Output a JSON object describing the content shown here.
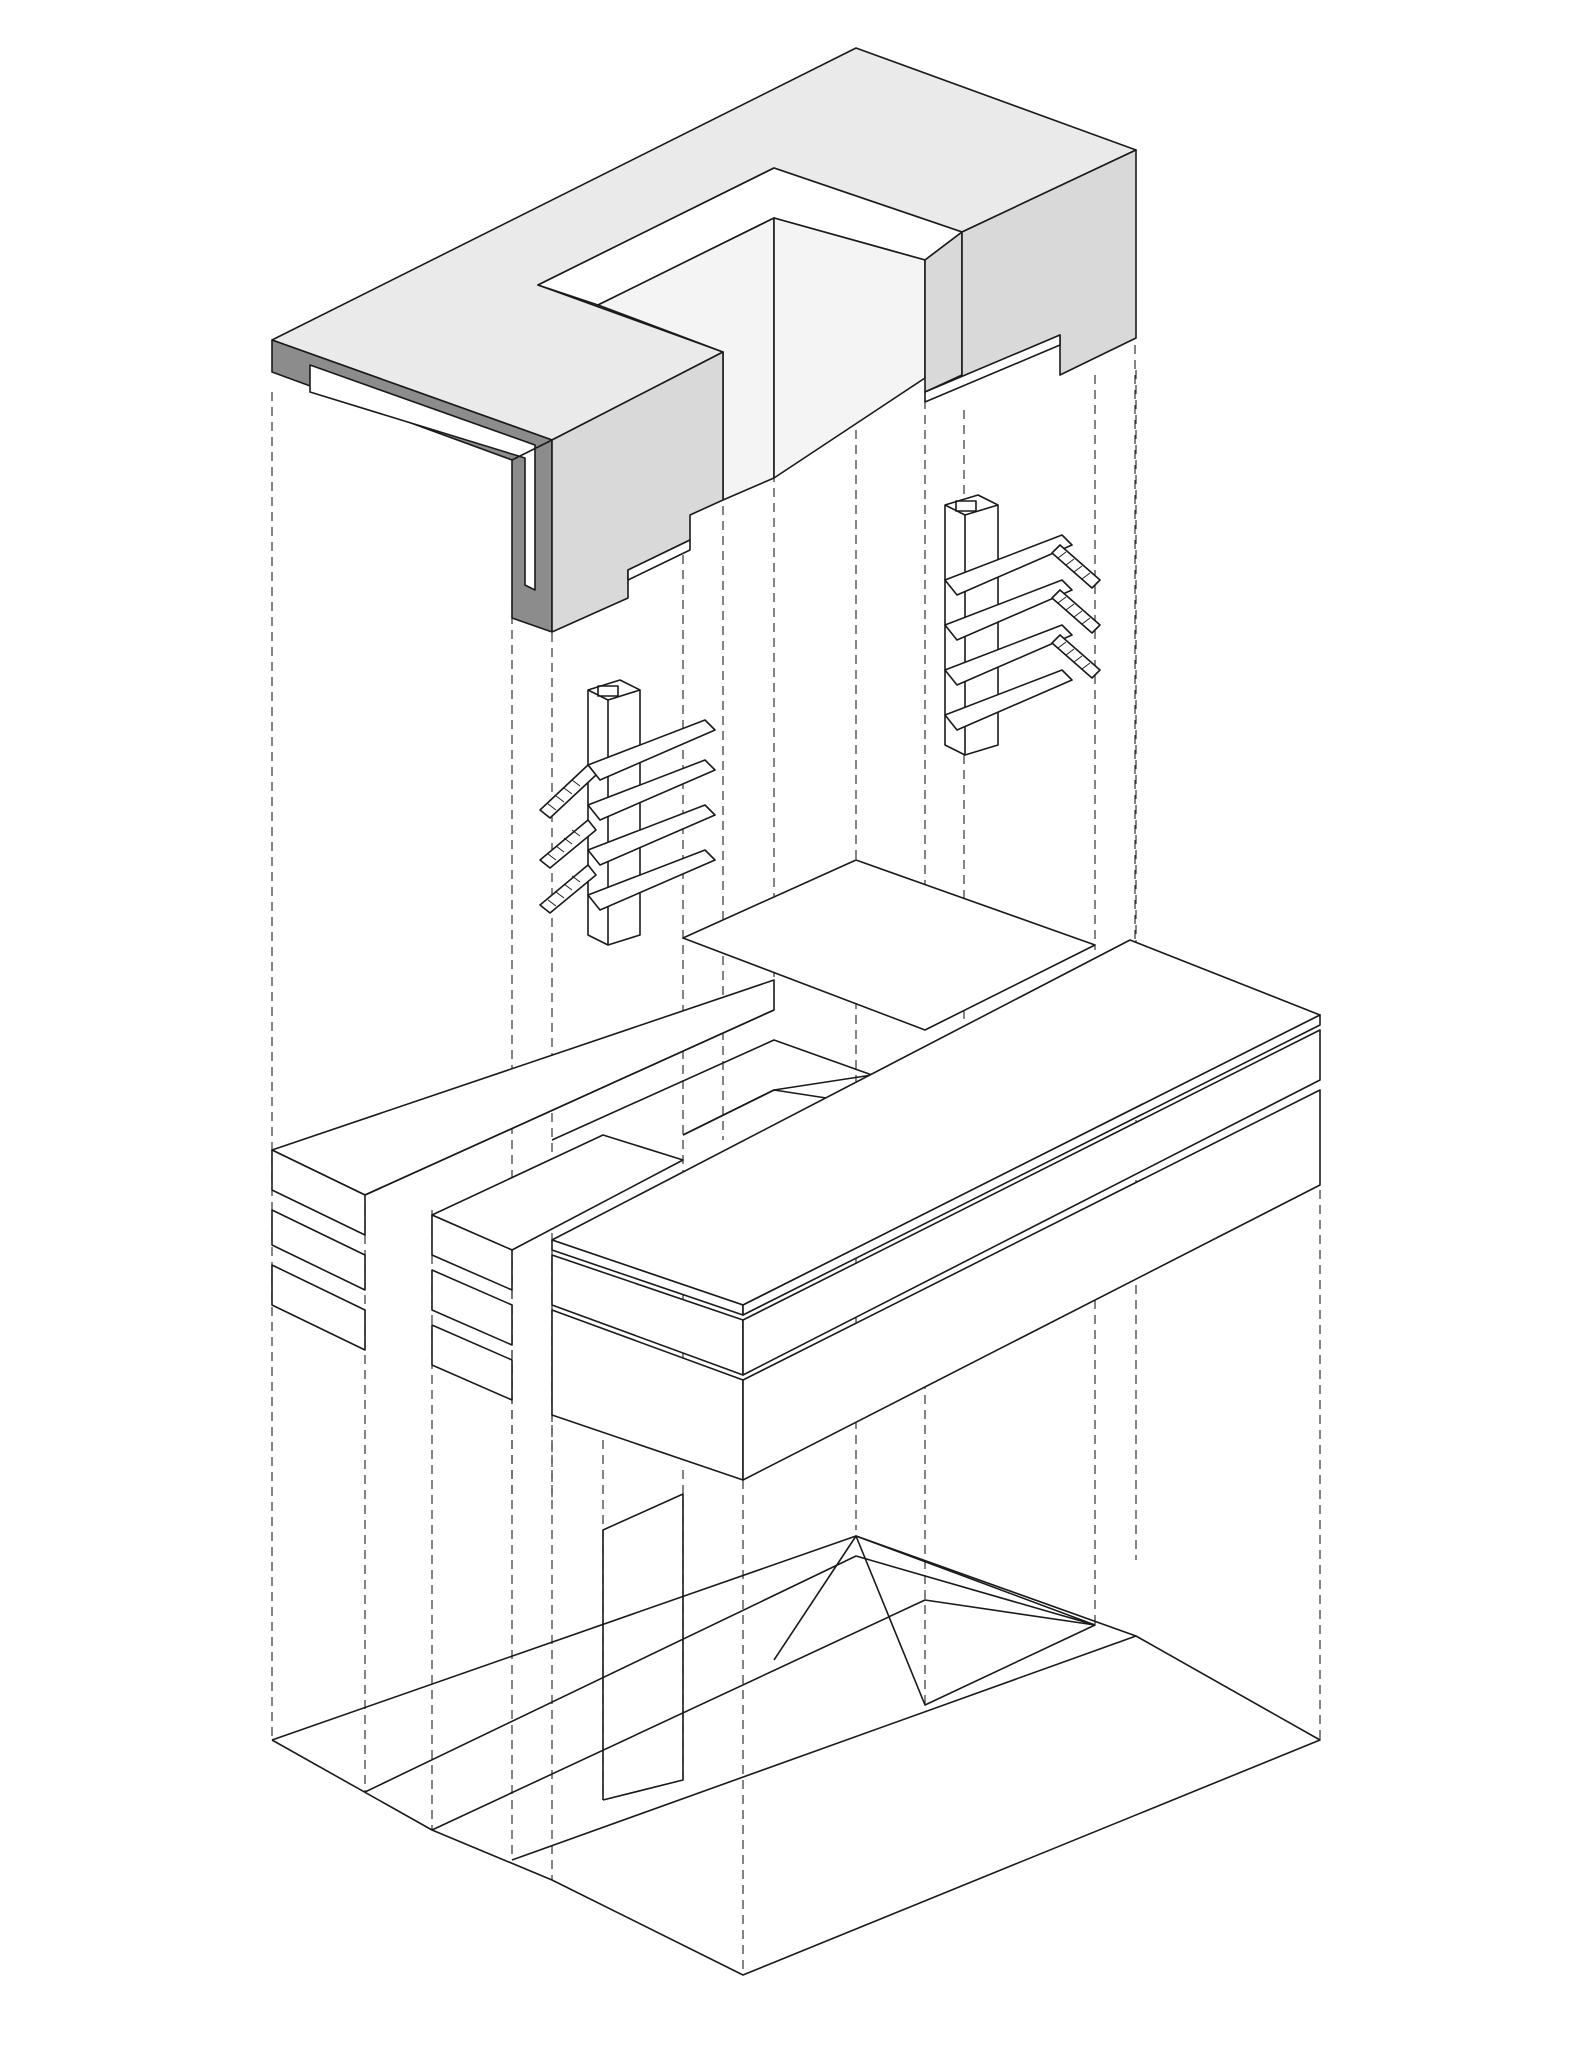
{
  "diagram": {
    "type": "exploded-axonometric",
    "colors": {
      "background": "#ffffff",
      "line": "#1a1a1a",
      "roof_top": "#eaeaea",
      "roof_side": "#d9d9d9",
      "roof_section": "#8c8c8c",
      "slab": "#ffffff"
    },
    "layers": [
      {
        "id": "roof"
      },
      {
        "id": "stair-cores"
      },
      {
        "id": "floor-volumes"
      },
      {
        "id": "ground-footprint"
      }
    ]
  }
}
